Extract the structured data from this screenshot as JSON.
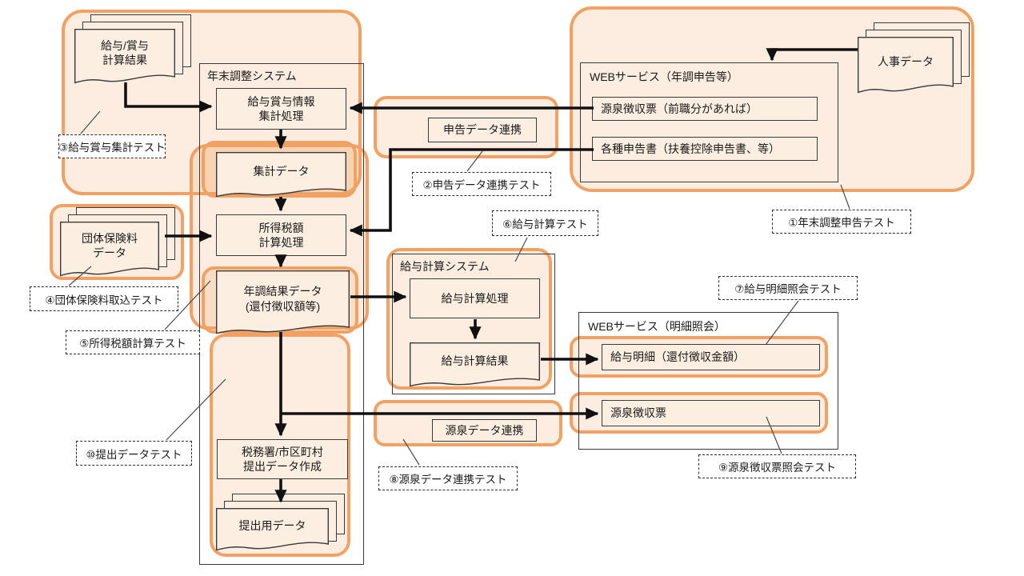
{
  "colors": {
    "highlight_border": "#F1A164",
    "highlight_fill": "rgba(242,163,101,0.20)",
    "box_fill": "#FCEFE2",
    "box_border": "#3A3A3A",
    "arrow": "#111111"
  },
  "containers": {
    "nenmatsu_system": "年末調整システム",
    "web_nencho": "WEBサービス（年調申告等）",
    "web_meisai": "WEBサービス（明細照会）",
    "kyuyo_system": "給与計算システム"
  },
  "nodes": {
    "kyuyo_shoyo_kekka": "給与/賞与\n計算結果",
    "jinji_data": "人事データ",
    "dantai_hoken": "団体保険料\nデータ",
    "teishutsu_data": "提出用データ",
    "shukei_shori": "給与賞与情報\n集計処理",
    "shukei_data": "集計データ",
    "shotoku_keisan": "所得税額\n計算処理",
    "nencho_kekka": "年調結果データ\n(還付徴収額等)",
    "zeimusho_sakusei": "税務署/市区町村\n提出データ作成",
    "kyuyo_keisan_shori": "給与計算処理",
    "kyuyo_keisan_kekka": "給与計算結果",
    "shinkoku_renkei": "申告データ連携",
    "gensen_renkei": "源泉データ連携",
    "gensen_zenshoku": "源泉徴収票（前職分があれば）",
    "kakushu_shinkokusho": "各種申告書（扶養控除申告書、等）",
    "kyuyo_meisai": "給与明細（還付徴収金額）",
    "gensen_choshuhyo": "源泉徴収票"
  },
  "test_labels": {
    "t1": "①年末調整申告テスト",
    "t2": "②申告データ連携テスト",
    "t3": "③給与賞与集計テスト",
    "t4": "④団体保険料取込テスト",
    "t5": "⑤所得税額計算テスト",
    "t6": "⑥給与計算テスト",
    "t7": "⑦給与明細照会テスト",
    "t8": "⑧源泉データ連携テスト",
    "t9": "⑨源泉徴収票照会テスト",
    "t10": "⑩提出データテスト"
  }
}
